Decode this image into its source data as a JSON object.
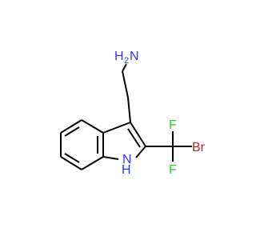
{
  "molecule": {
    "atoms": {
      "amine_h2": "H",
      "amine_n": "N",
      "amine_h2_sub": "2",
      "indole_n": "N",
      "indole_h": "H",
      "br": "Br",
      "f_top": "F",
      "f_bottom": "F"
    },
    "colors": {
      "bond": "#000000",
      "nitrogen": "#3333ff",
      "fluorine": "#33cc33",
      "bromine": "#a62929"
    }
  }
}
